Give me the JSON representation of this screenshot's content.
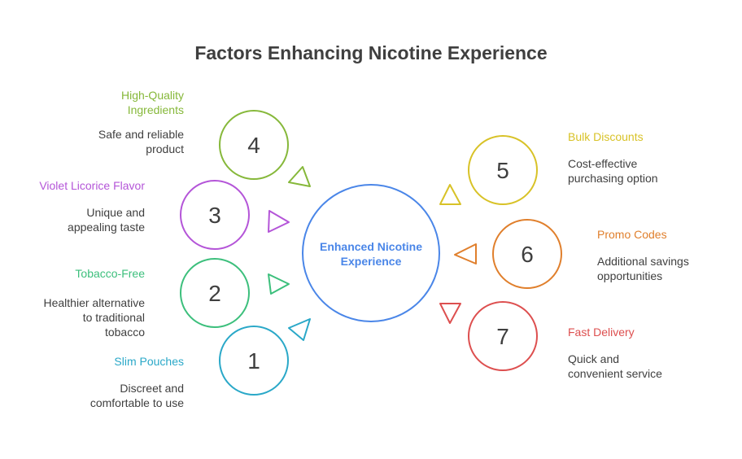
{
  "title": "Factors Enhancing Nicotine Experience",
  "center": {
    "line1": "Enhanced Nicotine",
    "line2": "Experience",
    "color": "#4a86e8"
  },
  "factors": [
    {
      "number": "1",
      "heading": "Slim Pouches",
      "desc_line1": "Discreet and",
      "desc_line2": "comfortable to use",
      "color": "#2aa8c8"
    },
    {
      "number": "2",
      "heading": "Tobacco-Free",
      "desc_line1": "Healthier alternative",
      "desc_line2": "to traditional",
      "desc_line3": "tobacco",
      "color": "#3cbf7c"
    },
    {
      "number": "3",
      "heading": "Violet Licorice Flavor",
      "desc_line1": "Unique and",
      "desc_line2": "appealing taste",
      "color": "#b455d8"
    },
    {
      "number": "4",
      "heading_line1": "High-Quality",
      "heading_line2": "Ingredients",
      "desc_line1": "Safe and reliable",
      "desc_line2": "product",
      "color": "#86b83a"
    },
    {
      "number": "5",
      "heading": "Bulk Discounts",
      "desc_line1": "Cost-effective",
      "desc_line2": "purchasing option",
      "color": "#d8c227"
    },
    {
      "number": "6",
      "heading": "Promo Codes",
      "desc_line1": "Additional savings",
      "desc_line2": "opportunities",
      "color": "#e07f2c"
    },
    {
      "number": "7",
      "heading": "Fast Delivery",
      "desc_line1": "Quick and",
      "desc_line2": "convenient service",
      "color": "#dd4f4f"
    }
  ]
}
